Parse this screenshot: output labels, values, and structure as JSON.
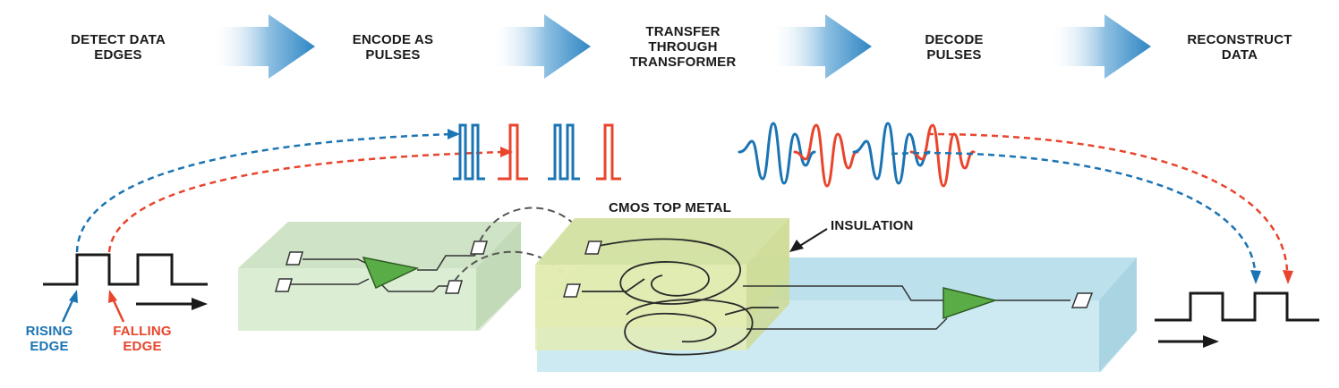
{
  "steps": [
    {
      "line1": "DETECT DATA",
      "line2": "EDGES"
    },
    {
      "line1": "ENCODE AS",
      "line2": "PULSES"
    },
    {
      "line1": "TRANSFER",
      "line2": "THROUGH",
      "line3": "TRANSFORMER"
    },
    {
      "line1": "DECODE",
      "line2": "PULSES"
    },
    {
      "line1": "RECONSTRUCT",
      "line2": "DATA"
    }
  ],
  "labels": {
    "cmos_top_metal": "CMOS TOP METAL",
    "insulation": "INSULATION",
    "rising_edge": {
      "line1": "RISING",
      "line2": "EDGE"
    },
    "falling_edge": {
      "line1": "FALLING",
      "line2": "EDGE"
    }
  },
  "colors": {
    "rising": "#1b74b3",
    "falling": "#e8452c",
    "arrow": "#3a8fc9",
    "left_die": "#cfe3c6",
    "right_die": "#bde1ec",
    "insulation": "#e4ecb0",
    "amplifier": "#5aac46"
  }
}
